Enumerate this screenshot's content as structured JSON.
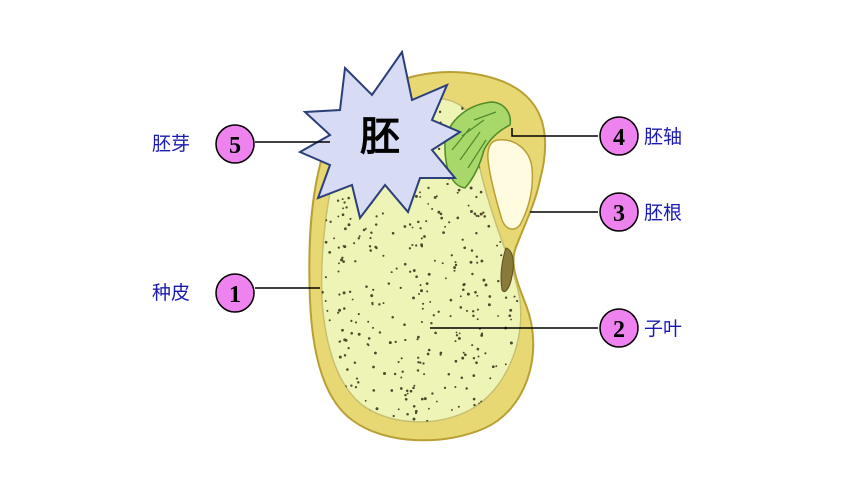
{
  "embryo_burst": {
    "text": "胚",
    "fill": "#d7dcf4",
    "stroke": "#2b3f7a"
  },
  "seed_colors": {
    "coat": "#e8d873",
    "cotyledon": "#eef3b6",
    "plumule": "#a8d86a",
    "radicle": "#fffbe0"
  },
  "marker_color": "#ee82ee",
  "label_color": "#1a1ab0",
  "parts": [
    {
      "num": "1",
      "label": "种皮"
    },
    {
      "num": "2",
      "label": "子叶"
    },
    {
      "num": "3",
      "label": "胚根"
    },
    {
      "num": "4",
      "label": "胚轴"
    },
    {
      "num": "5",
      "label": "胚芽"
    }
  ]
}
